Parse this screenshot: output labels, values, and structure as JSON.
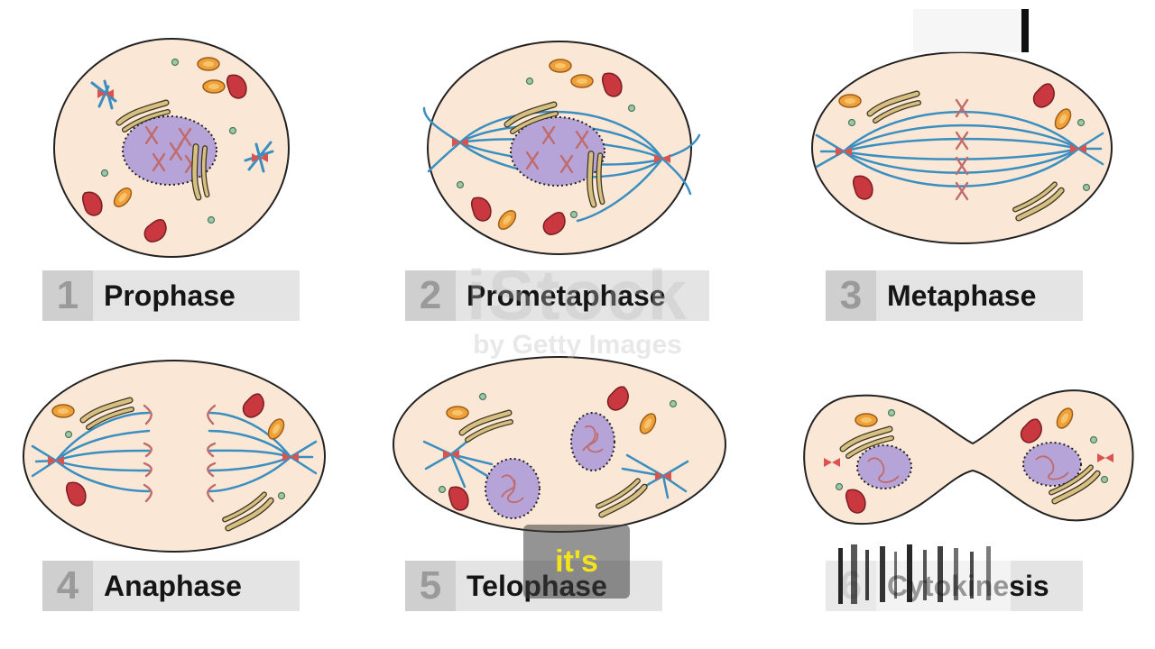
{
  "stages": [
    {
      "number": "1",
      "name": "Prophase"
    },
    {
      "number": "2",
      "name": "Prometaphase"
    },
    {
      "number": "3",
      "name": "Metaphase"
    },
    {
      "number": "4",
      "name": "Anaphase"
    },
    {
      "number": "5",
      "name": "Telophase"
    },
    {
      "number": "6",
      "name": "Cytokinesis"
    }
  ],
  "watermark": {
    "logo": "iStock",
    "sub": "by Getty Images"
  },
  "caption": "it's",
  "colors": {
    "cell_fill": "#fbe7d6",
    "outline": "#222222",
    "spindle": "#3a8fc0",
    "nucleus": "#b6a4d8",
    "chromosome": "#d07a7a",
    "mitochondria": "#c9383f",
    "vesicle": "#f0a038",
    "golgi": "#c8b070",
    "label_bg": "#e4e4e4",
    "number_bg": "#cfcfcf",
    "caption_text": "#f4e31a"
  }
}
